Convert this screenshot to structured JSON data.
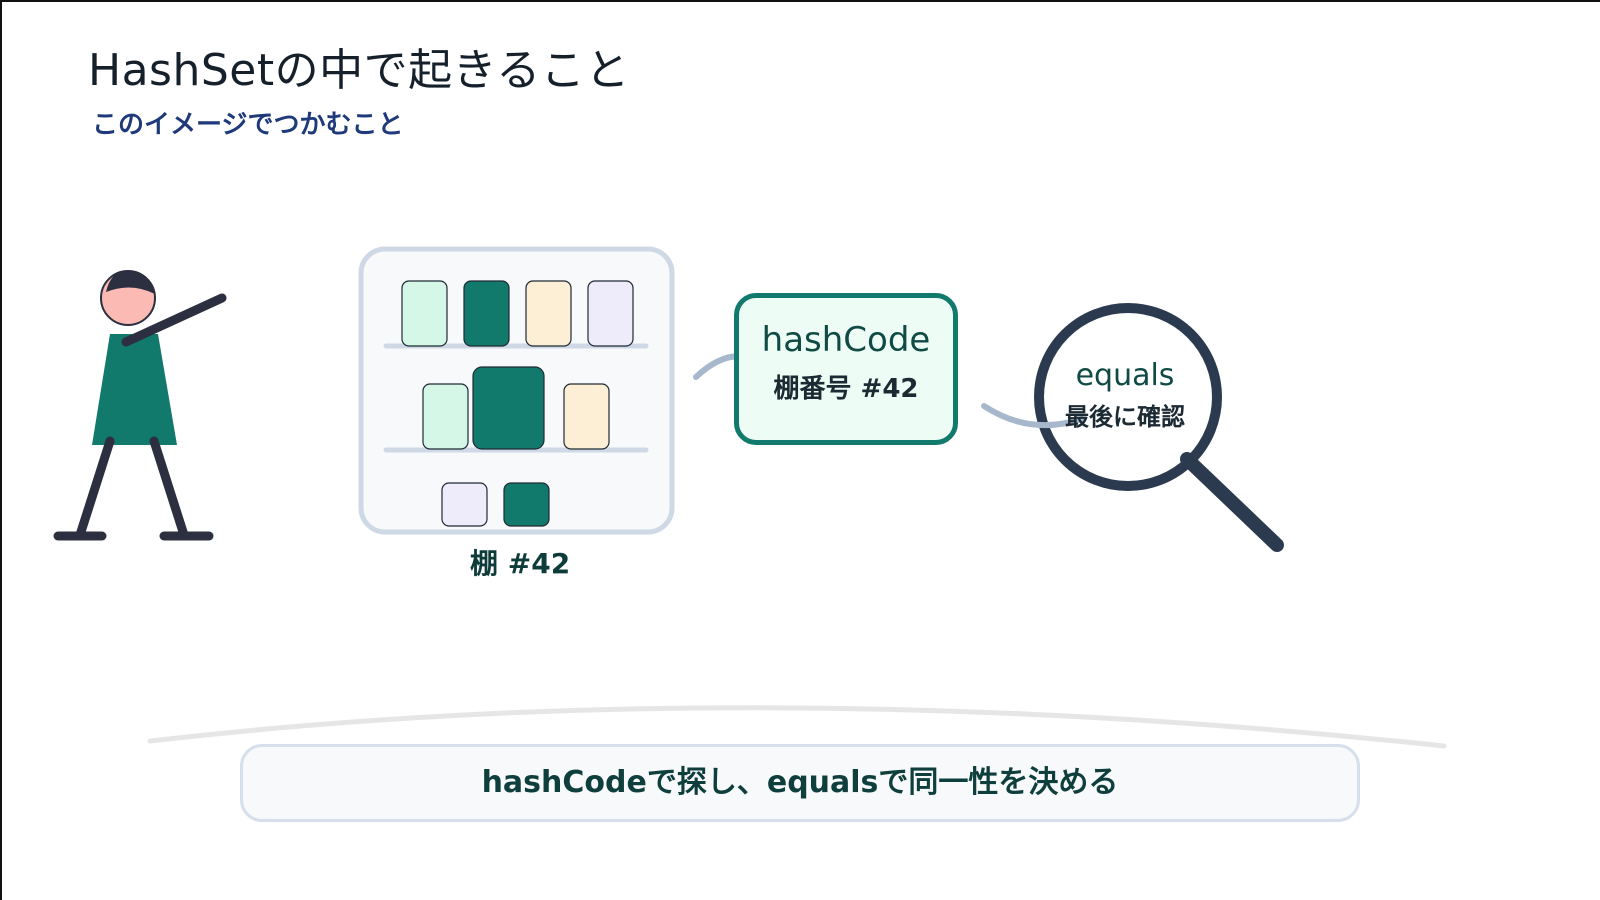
{
  "slide": {
    "title": "HashSetの中で起きること",
    "subtitle": "このイメージでつかむこと"
  },
  "shelf": {
    "caption": "棚 #42"
  },
  "hash_box": {
    "title": "hashCode",
    "subtitle": "棚番号 #42"
  },
  "lens": {
    "title": "equals",
    "subtitle": "最後に確認"
  },
  "summary": {
    "text": "hashCodeで探し、equalsで同一性を決める"
  },
  "colors": {
    "teal": "#127a6c",
    "mint": "#d4f7e8",
    "cream": "#fdefd6",
    "lavender": "#eeebfb",
    "navy": "#2c3a4f",
    "connector": "#a8b8cc",
    "shelf_border": "#cfd9e6"
  },
  "icons": {
    "figure": "person-pointing-icon",
    "shelf": "shelf-icon",
    "magnifier": "magnifier-icon"
  }
}
